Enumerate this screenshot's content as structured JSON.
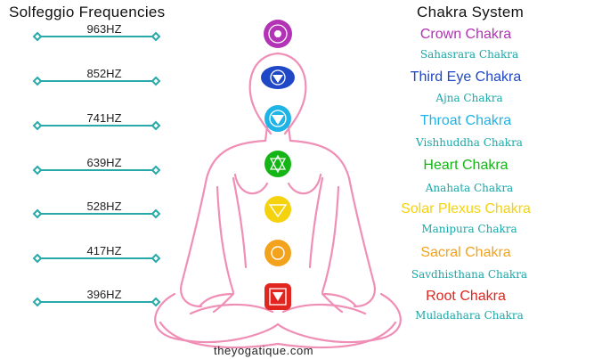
{
  "headings": {
    "left": "Solfeggio Frequencies",
    "right": "Chakra System"
  },
  "frequencies": [
    "963HZ",
    "852HZ",
    "741HZ",
    "639HZ",
    "528HZ",
    "417HZ",
    "396HZ"
  ],
  "chakras": [
    {
      "name": "Crown Chakra",
      "sanskrit": "Sahasrara Chakra",
      "color": "#b233b5"
    },
    {
      "name": "Third Eye Chakra",
      "sanskrit": "Ajna Chakra",
      "color": "#1f48c7"
    },
    {
      "name": "Throat Chakra",
      "sanskrit": "Vishhuddha Chakra",
      "color": "#1fb4e6"
    },
    {
      "name": "Heart Chakra",
      "sanskrit": "Anahata Chakra",
      "color": "#15b515"
    },
    {
      "name": "Solar Plexus Chakra",
      "sanskrit": "Manipura Chakra",
      "color": "#f4d20e"
    },
    {
      "name": "Sacral Chakra",
      "sanskrit": "Savdhisthana Chakra",
      "color": "#f3a21c"
    },
    {
      "name": "Root Chakra",
      "sanskrit": "Muladahara Chakra",
      "color": "#e0261f"
    }
  ],
  "colors": {
    "line": "#27a9a9",
    "sanskrit_text": "#1aa7a7",
    "silhouette": "#f08fb6"
  },
  "footer": "theyogatique.com"
}
